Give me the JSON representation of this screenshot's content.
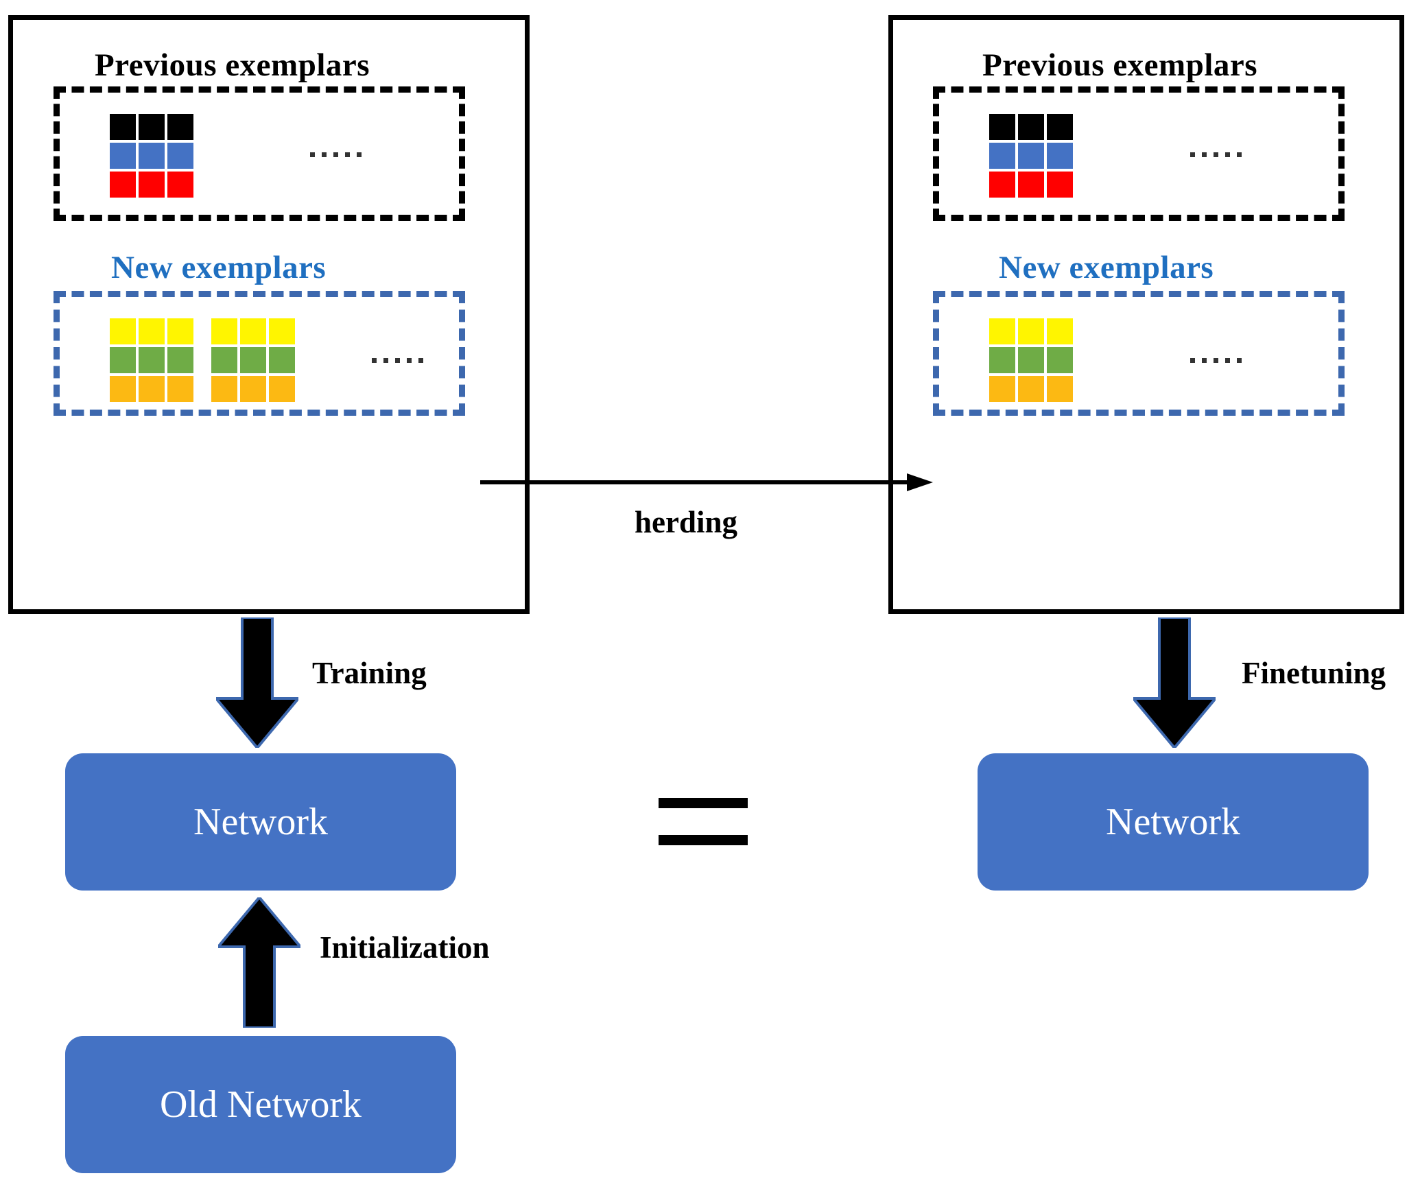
{
  "diagram": {
    "title": "Incremental learning with herding: training and finetuning pipeline",
    "colors": {
      "panel_border": "#000000",
      "previous_dash": "#000000",
      "new_dash": "#3D68AE",
      "new_label": "#1F6FC0",
      "network_fill": "#4472C4",
      "network_text": "#FFFFFF",
      "tile_black": "#000000",
      "tile_blue": "#4472C4",
      "tile_red": "#FF0000",
      "tile_yellow": "#FFF500",
      "tile_green": "#6FAC46",
      "tile_orange": "#FCB913",
      "arrow": "#000000"
    }
  },
  "left_panel": {
    "name": "training-stage-panel",
    "previous": {
      "caption": "Previous exemplars",
      "ellipsis": "......",
      "rows": [
        {
          "color": "black",
          "count": 3
        },
        {
          "color": "blue",
          "count": 3
        },
        {
          "color": "red",
          "count": 3
        }
      ]
    },
    "new": {
      "caption": "New exemplars",
      "ellipsis": "......",
      "rows": [
        {
          "color": "yellow",
          "groups": [
            3,
            3
          ]
        },
        {
          "color": "green",
          "groups": [
            3,
            3
          ]
        },
        {
          "color": "orange",
          "groups": [
            3,
            3
          ]
        }
      ]
    }
  },
  "right_panel": {
    "name": "finetuning-stage-panel",
    "previous": {
      "caption": "Previous exemplars",
      "ellipsis": "......",
      "rows": [
        {
          "color": "black",
          "count": 3
        },
        {
          "color": "blue",
          "count": 3
        },
        {
          "color": "red",
          "count": 3
        }
      ]
    },
    "new": {
      "caption": "New exemplars",
      "ellipsis": "......",
      "rows": [
        {
          "color": "yellow",
          "groups": [
            3
          ]
        },
        {
          "color": "green",
          "groups": [
            3
          ]
        },
        {
          "color": "orange",
          "groups": [
            3
          ]
        }
      ]
    }
  },
  "edges": {
    "herding": "herding",
    "training": "Training",
    "finetuning": "Finetuning",
    "initialization": "Initialization",
    "equality": "="
  },
  "nodes": {
    "network_left": "Network",
    "network_right": "Network",
    "old_network": "Old Network"
  }
}
